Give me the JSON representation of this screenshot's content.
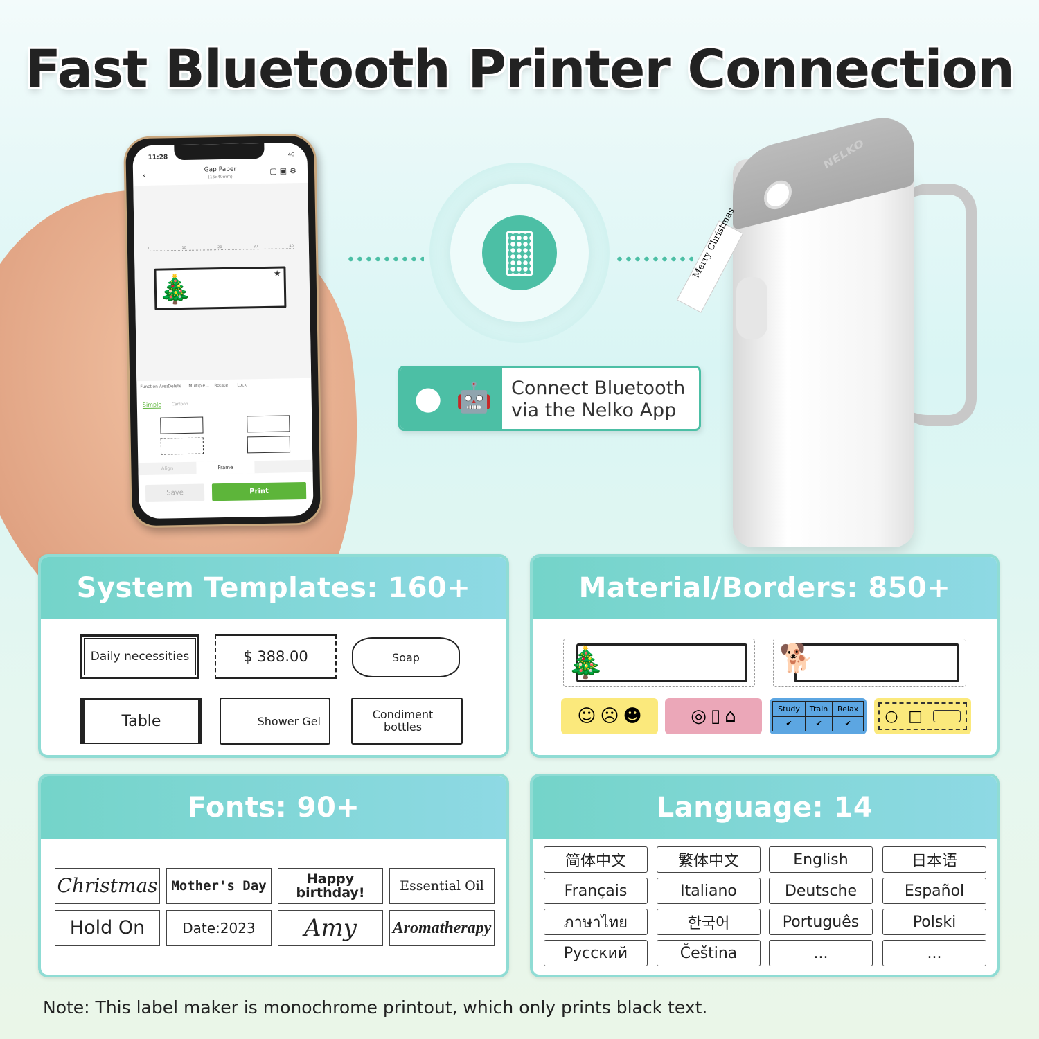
{
  "title": "Fast Bluetooth Printer Connection",
  "phone": {
    "time": "11:28",
    "signal": "4G",
    "header_title": "Gap Paper",
    "header_sub": "(15x40mm)",
    "ruler": [
      "0",
      "10",
      "20",
      "30",
      "40"
    ],
    "tools": [
      "Function Area",
      "Delete",
      "Multiple...",
      "Rotate",
      "Lock"
    ],
    "tabs": [
      "Simple",
      "Cartoon"
    ],
    "bottom_tabs": [
      "Align",
      "Frame"
    ],
    "save": "Save",
    "print": "Print",
    "accent": "#5db53a"
  },
  "center_icon": "smartphone-app-icon",
  "badge": {
    "line1": "Connect Bluetooth",
    "line2": "via the Nelko App",
    "icons": [
      "apple-icon",
      "android-icon"
    ],
    "color": "#4cbfa5"
  },
  "printer": {
    "brand": "NELKO",
    "tape_text": "Merry Christmas"
  },
  "panels": {
    "templates": {
      "title": "System Templates: 160+",
      "items": [
        "Daily necessities",
        "$ 388.00",
        "Soap",
        "Table",
        "Shower Gel",
        "Condiment bottles"
      ]
    },
    "materials": {
      "title": "Material/Borders: 850+",
      "table_headers": [
        "Study",
        "Train",
        "Relax"
      ],
      "chip_colors": [
        "#fbe97c",
        "#eba7b8",
        "#5ca6e2",
        "#fbe97c"
      ]
    },
    "fonts": {
      "title": "Fonts: 90+",
      "items": [
        "Christmas",
        "Mother's Day",
        "Happy birthday!",
        "Essential Oil",
        "Hold On",
        "Date:2023",
        "Amy",
        "Aromatherapy"
      ]
    },
    "language": {
      "title": "Language: 14",
      "items": [
        "简体中文",
        "繁体中文",
        "English",
        "日本语",
        "Français",
        "Italiano",
        "Deutsche",
        "Español",
        "ภาษาไทย",
        "한국어",
        "Português",
        "Polski",
        "Русский",
        "Čeština",
        "...",
        "..."
      ]
    }
  },
  "note": "Note: This label maker is monochrome printout, which only prints black text."
}
